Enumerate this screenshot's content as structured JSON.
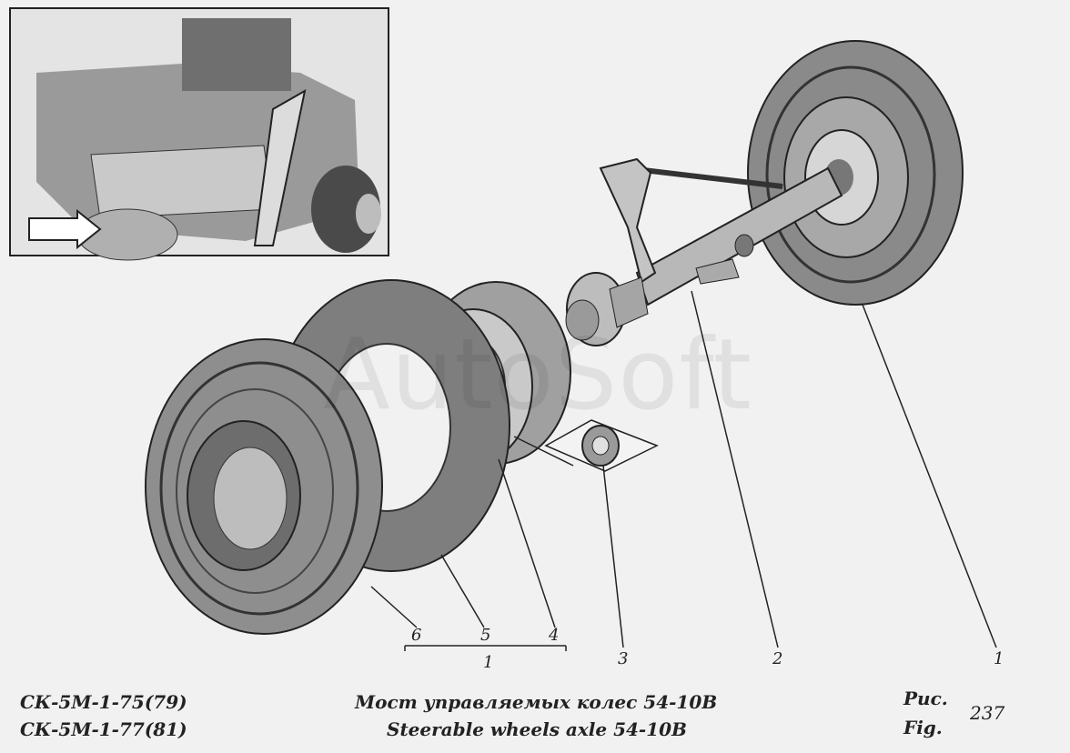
{
  "callouts": {
    "c1": "1",
    "c2": "2",
    "c3": "3",
    "c4": "4",
    "c5": "5",
    "c6": "6",
    "group": "1"
  },
  "footer": {
    "model_line1": "СК-5М-1-75(79)",
    "model_line2": "СК-5М-1-77(81)",
    "title_ru": "Мост управляемых колес 54-10В",
    "title_en": "Steerable wheels axle 54-10B",
    "fig_ru": "Рис.",
    "fig_en": "Fig.",
    "fig_number": "237"
  },
  "watermark": "AutoSoft"
}
